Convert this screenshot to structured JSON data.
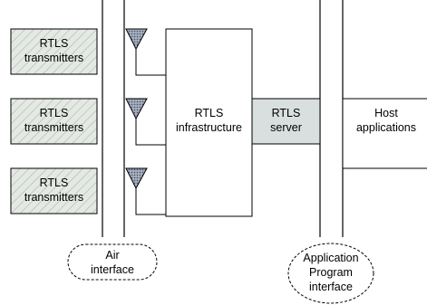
{
  "transmitters": [
    {
      "line1": "RTLS",
      "line2": "transmitters"
    },
    {
      "line1": "RTLS",
      "line2": "transmitters"
    },
    {
      "line1": "RTLS",
      "line2": "transmitters"
    }
  ],
  "infrastructure": {
    "line1": "RTLS",
    "line2": "infrastructure"
  },
  "server": {
    "line1": "RTLS",
    "line2": "server"
  },
  "host": {
    "line1": "Host",
    "line2": "applications"
  },
  "air_interface": {
    "line1": "Air",
    "line2": "interface"
  },
  "api": {
    "line1": "Application",
    "line2": "Program",
    "line3": "interface"
  },
  "colors": {
    "transmitter_fill": "#e4e9e4",
    "hatch_stroke": "#b3bcb3",
    "server_fill": "#d9dede",
    "antenna_fill": "#5a6478",
    "line": "#000000"
  },
  "icons": {
    "antenna": "antenna-icon"
  }
}
